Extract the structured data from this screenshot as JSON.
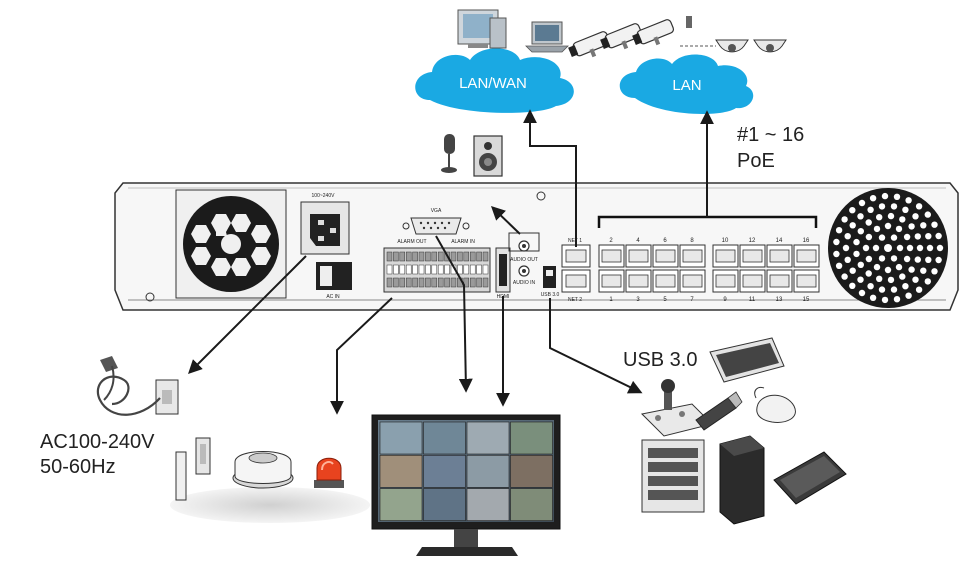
{
  "clouds": {
    "lan_wan": "LAN/WAN",
    "lan": "LAN"
  },
  "poe": {
    "range": "#1 ~ 16",
    "label": "PoE"
  },
  "usb": {
    "label": "USB 3.0"
  },
  "power": {
    "line1": "AC100-240V",
    "line2": "50-60Hz"
  },
  "panel": {
    "voltage": "100~240V",
    "ac_in": "AC IN",
    "vga": "VGA",
    "alarm_out": "ALARM OUT",
    "alarm_in": "ALARM IN",
    "audio_out": "AUDIO OUT",
    "audio_in": "AUDIO IN",
    "hdmi": "HDMI",
    "usb30": "USB 3.0",
    "net1": "NET 1",
    "net2": "NET 2",
    "port_numbers_top": [
      "2",
      "4",
      "6",
      "8",
      "10",
      "12",
      "14",
      "16"
    ],
    "port_numbers_bottom": [
      "1",
      "3",
      "5",
      "7",
      "9",
      "11",
      "13",
      "15"
    ]
  },
  "colors": {
    "cloud": "#1aa9e3",
    "arrow": "#1a1a1a",
    "panel": "#f7f7f7",
    "outline": "#333333"
  }
}
